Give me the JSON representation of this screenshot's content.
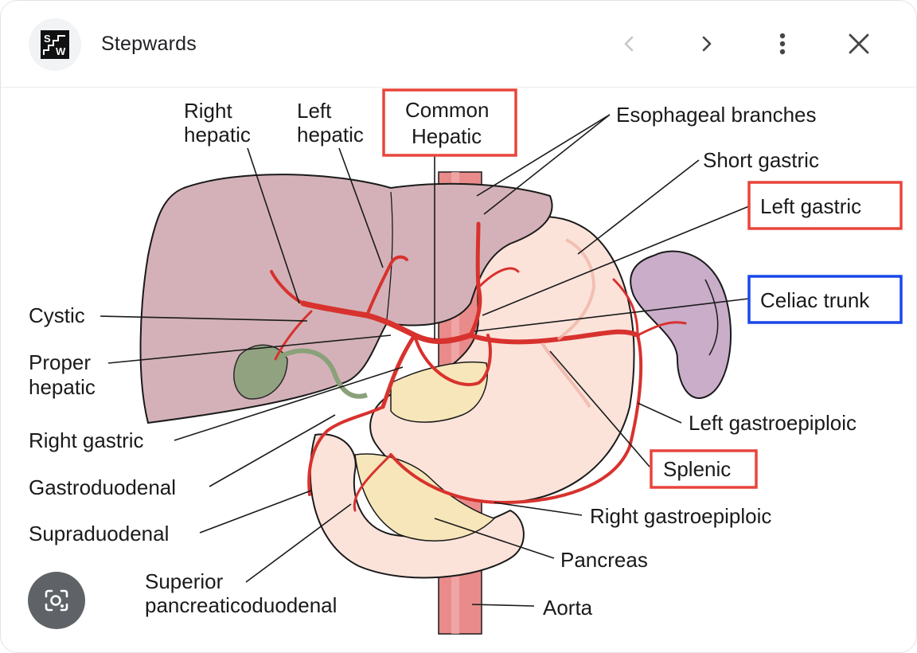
{
  "header": {
    "app_name": "Stepwards",
    "logo_text": "SW",
    "icons": {
      "back": "chevron-left-icon",
      "forward": "chevron-right-icon",
      "more": "more-vert-icon",
      "close": "close-icon"
    }
  },
  "diagram": {
    "labels": {
      "right_hepatic_1": "Right",
      "right_hepatic_2": "hepatic",
      "left_hepatic_1": "Left",
      "left_hepatic_2": "hepatic",
      "common_hepatic_1": "Common",
      "common_hepatic_2": "Hepatic",
      "esophageal": "Esophageal branches",
      "short_gastric": "Short gastric",
      "left_gastric": "Left gastric",
      "celiac_trunk": "Celiac trunk",
      "cystic": "Cystic",
      "proper_hepatic_1": "Proper",
      "proper_hepatic_2": "hepatic",
      "right_gastric": "Right gastric",
      "gastroduodenal": "Gastroduodenal",
      "supraduodenal": "Supraduodenal",
      "superior_pd_1": "Superior",
      "superior_pd_2": "pancreaticoduodenal",
      "left_gastroepiploic": "Left gastroepiploic",
      "splenic": "Splenic",
      "right_gastroepiploic": "Right gastroepiploic",
      "pancreas": "Pancreas",
      "aorta": "Aorta"
    },
    "highlight_colors": {
      "red_box": "#e8453c",
      "blue_box": "#1a47e8"
    },
    "colors": {
      "liver": "#d4b1b8",
      "stomach": "#fbe3da",
      "spleen": "#c9adc9",
      "pancreas": "#f7e6b9",
      "gallbladder": "#8aa17a",
      "artery": "#d8322e",
      "aorta": "#e98b8b"
    }
  },
  "lens_button": {
    "icon": "lens-icon"
  }
}
